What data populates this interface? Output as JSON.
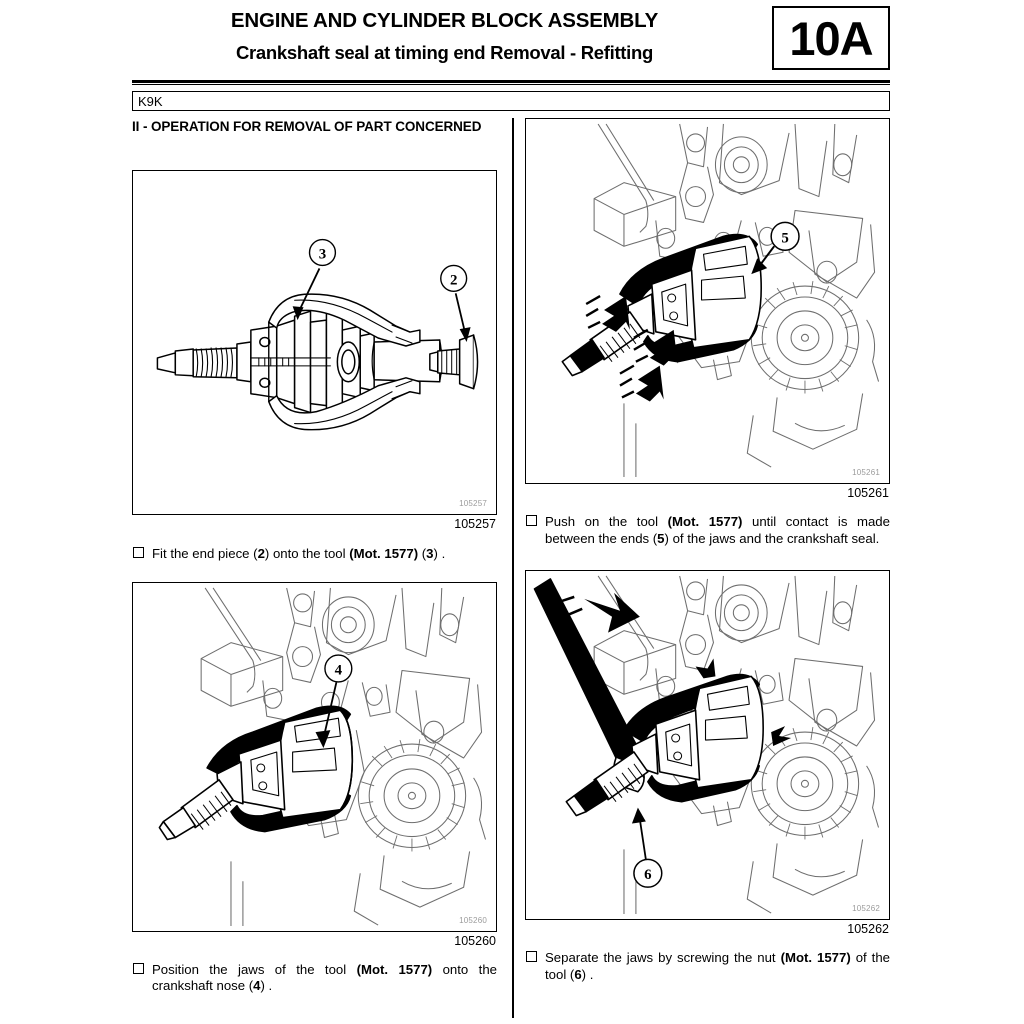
{
  "header": {
    "title_main": "ENGINE AND CYLINDER BLOCK ASSEMBLY",
    "title_sub": "Crankshaft seal at timing end Removal - Refitting",
    "section_code": "10A"
  },
  "engine_bar": {
    "engine_code": "K9K"
  },
  "left_column": {
    "section_heading": "II - OPERATION FOR REMOVAL OF PART CONCERNED",
    "figure1": {
      "inner_number": "105257",
      "number": "105257",
      "callouts": [
        "3",
        "2"
      ],
      "caption_parts": [
        {
          "text": "Fit the end piece (",
          "bold": false
        },
        {
          "text": "2",
          "bold": true
        },
        {
          "text": ") onto the tool ",
          "bold": false
        },
        {
          "text": "(Mot. 1577)",
          "bold": true
        },
        {
          "text": " (",
          "bold": false
        },
        {
          "text": "3",
          "bold": true
        },
        {
          "text": ") .",
          "bold": false
        }
      ]
    },
    "figure3": {
      "inner_number": "105260",
      "number": "105260",
      "callouts": [
        "4"
      ],
      "caption_parts": [
        {
          "text": "Position the jaws of the tool ",
          "bold": false
        },
        {
          "text": "(Mot. 1577)",
          "bold": true
        },
        {
          "text": " onto the crankshaft nose (",
          "bold": false
        },
        {
          "text": "4",
          "bold": true
        },
        {
          "text": ") .",
          "bold": false
        }
      ]
    }
  },
  "right_column": {
    "figure2": {
      "inner_number": "105261",
      "number": "105261",
      "callouts": [
        "5"
      ],
      "caption_parts": [
        {
          "text": "Push on the tool ",
          "bold": false
        },
        {
          "text": "(Mot. 1577)",
          "bold": true
        },
        {
          "text": " until contact is made between the ends (",
          "bold": false
        },
        {
          "text": "5",
          "bold": true
        },
        {
          "text": ") of the jaws and the crankshaft seal.",
          "bold": false
        }
      ]
    },
    "figure4": {
      "inner_number": "105262",
      "number": "105262",
      "callouts": [
        "6"
      ],
      "caption_parts": [
        {
          "text": "Separate the jaws by screwing the nut ",
          "bold": false
        },
        {
          "text": "(Mot. 1577)",
          "bold": true
        },
        {
          "text": " of the tool (",
          "bold": false
        },
        {
          "text": "6",
          "bold": true
        },
        {
          "text": ") .",
          "bold": false
        }
      ]
    }
  },
  "colors": {
    "ink": "#000000",
    "faint_number": "#9b9b9b",
    "background": "#ffffff"
  }
}
